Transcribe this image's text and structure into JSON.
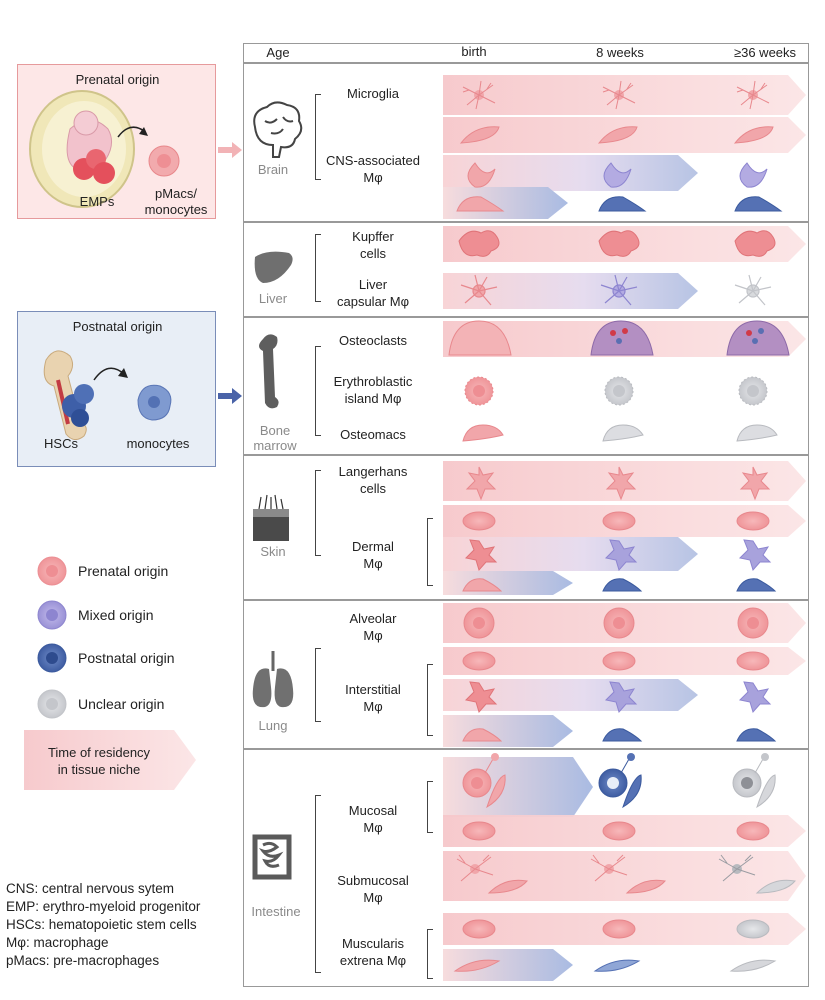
{
  "header": {
    "age": "Age",
    "birth": "birth",
    "weeks8": "8 weeks",
    "weeks36": "≥36 weeks"
  },
  "prenatal": {
    "title": "Prenatal origin",
    "emps": "EMPs",
    "pmacs": "pMacs/\nmonocytes"
  },
  "postnatal": {
    "title": "Postnatal origin",
    "hscs": "HSCs",
    "monocytes": "monocytes"
  },
  "organs": {
    "brain": "Brain",
    "liver": "Liver",
    "bone": "Bone\nmarrow",
    "skin": "Skin",
    "lung": "Lung",
    "intestine": "Intestine"
  },
  "cells": {
    "microglia": "Microglia",
    "cns": "CNS-associated\nMφ",
    "kupffer": "Kupffer\ncells",
    "liver_capsular": "Liver\ncapsular Mφ",
    "osteoclasts": "Osteoclasts",
    "erythro": "Erythroblastic\nisland Mφ",
    "osteomacs": "Osteomacs",
    "langerhans": "Langerhans\ncells",
    "dermal": "Dermal\nMφ",
    "alveolar": "Alveolar\nMφ",
    "interstitial": "Interstitial\nMφ",
    "mucosal": "Mucosal\nMφ",
    "submucosal": "Submucosal\nMφ",
    "muscularis": "Muscularis\nextrena Mφ"
  },
  "legend": {
    "prenatal": "Prenatal origin",
    "mixed": "Mixed origin",
    "postnatal": "Postnatal origin",
    "unclear": "Unclear origin",
    "time": "Time of residency\nin tissue niche"
  },
  "abbreviations": [
    "CNS: central nervous sytem",
    "EMP: erythro-myeloid progenitor",
    "HSCs: hematopoietic stem cells",
    "Mφ: macrophage",
    "pMacs: pre-macrophages"
  ],
  "colors": {
    "prenatal": "#f0a4a8",
    "mixed": "#a8a2dc",
    "postnatal": "#5b78b8",
    "unclear": "#d2d4d8",
    "band_pink": "#f7d2d4",
    "band_blue": "#b9c7e6"
  }
}
